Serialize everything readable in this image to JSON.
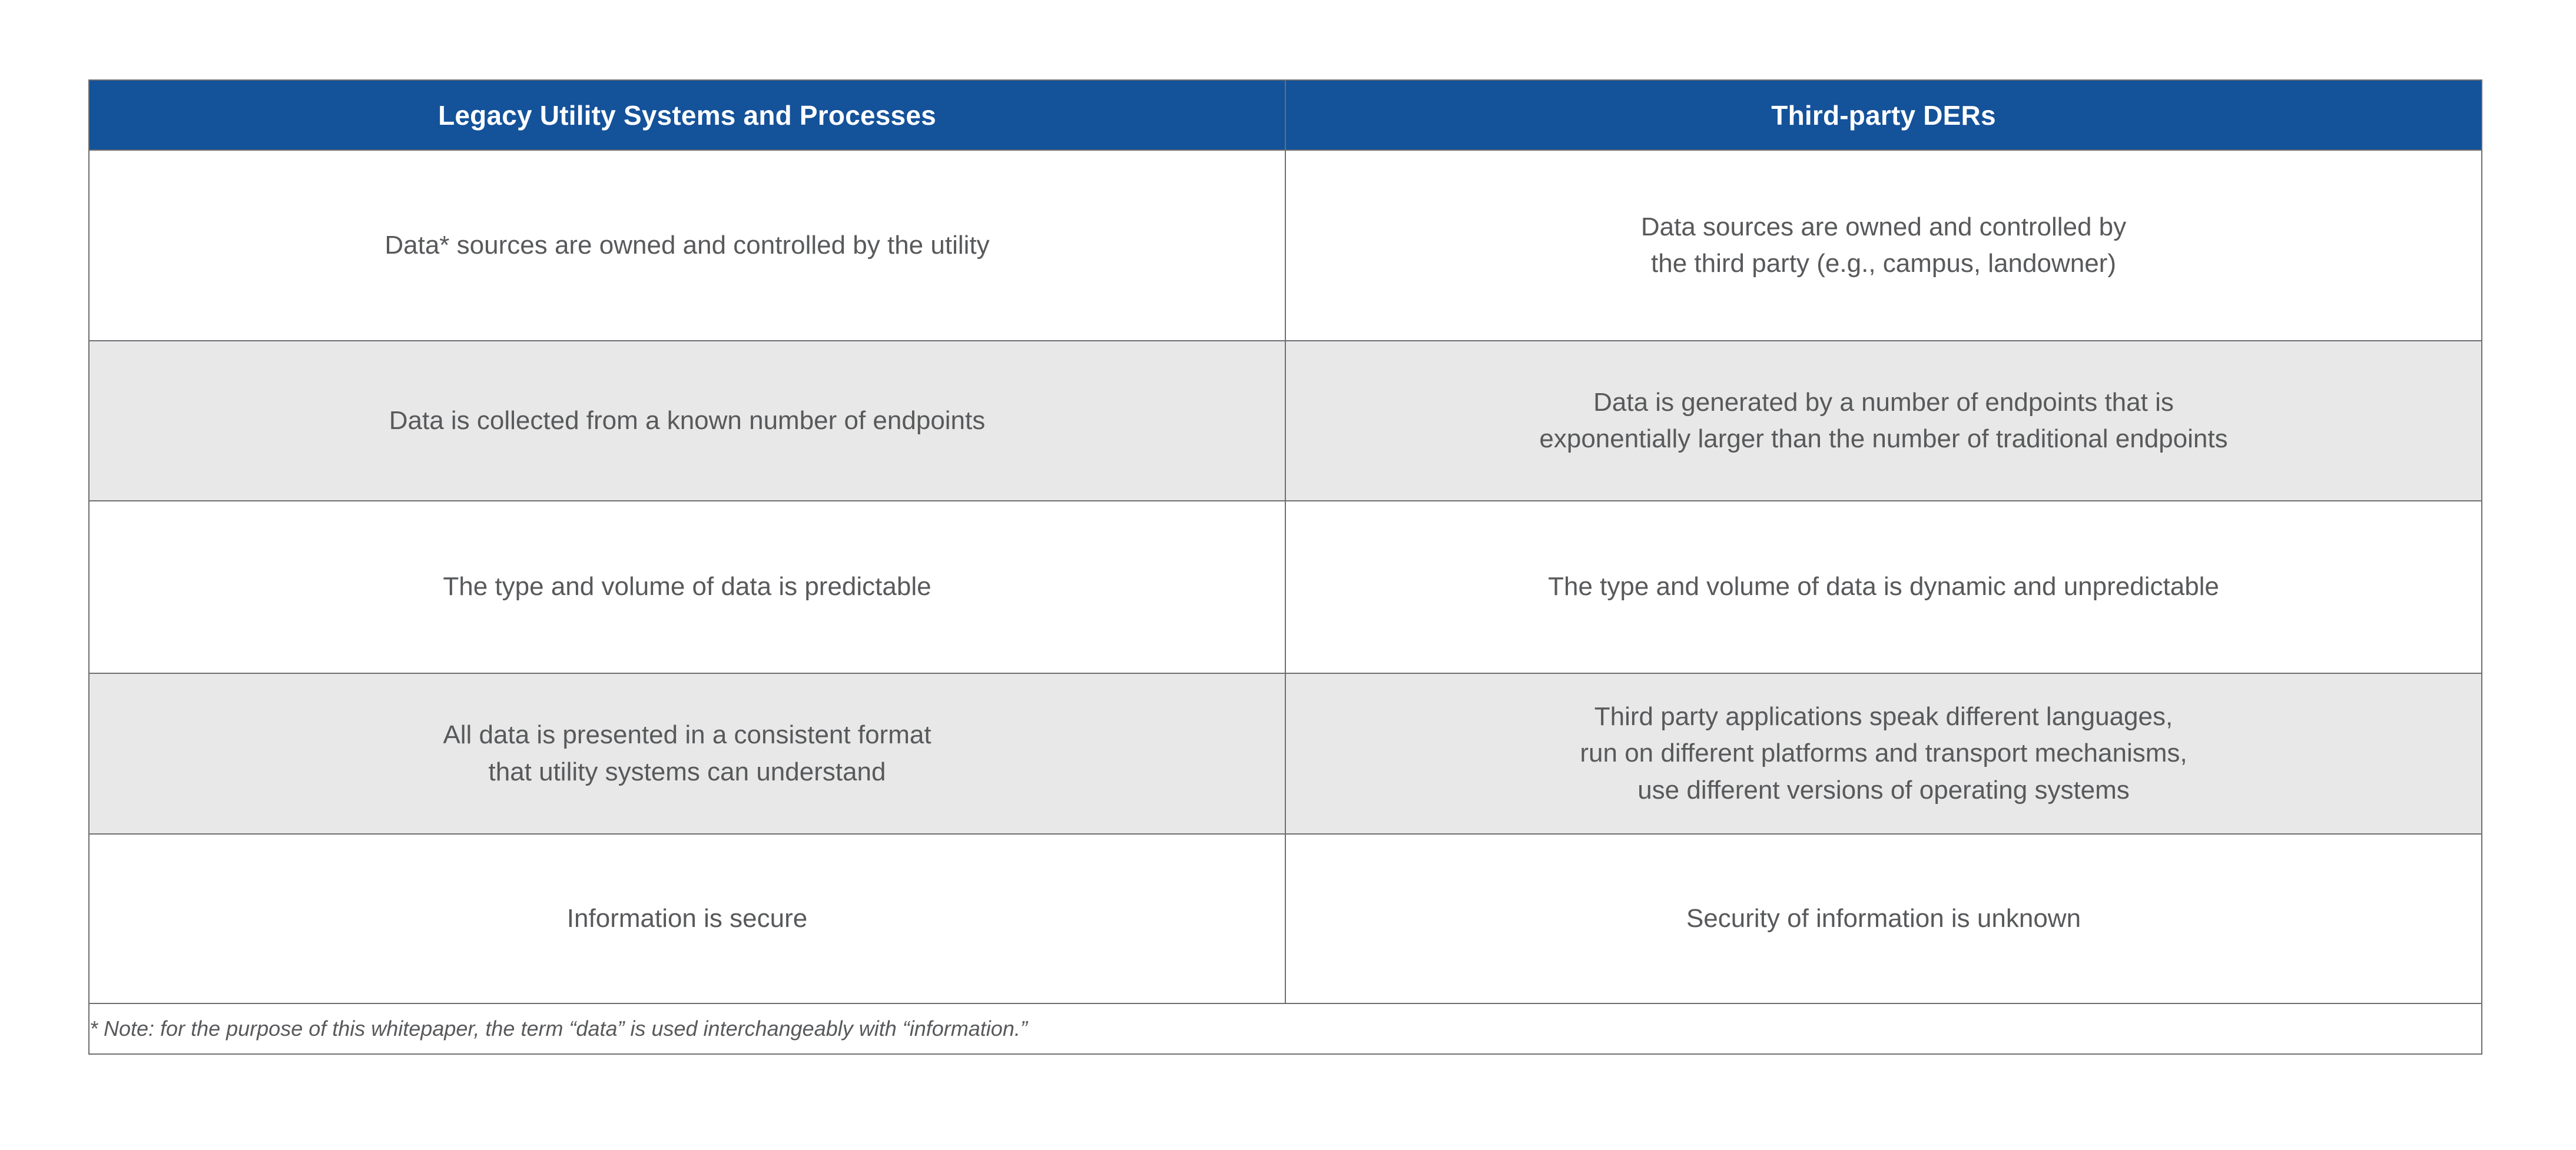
{
  "table": {
    "accent_color": "#14529A",
    "header_text_color": "#FFFFFF",
    "body_text_color": "#58595B",
    "shaded_row_color": "#E8E8E8",
    "border_color": "#6D6E71",
    "background_color": "#FFFFFF",
    "headers": [
      "Legacy Utility Systems and Processes",
      "Third-party DERs"
    ],
    "rows": [
      {
        "shaded": false,
        "left": [
          "Data* sources are owned and controlled by the utility"
        ],
        "right": [
          "Data sources are owned and controlled by",
          "the third party (e.g., campus, landowner)"
        ]
      },
      {
        "shaded": true,
        "left": [
          "Data is collected from a known number of endpoints"
        ],
        "right": [
          "Data is generated by a number of endpoints that is",
          "exponentially larger than the number of traditional endpoints"
        ]
      },
      {
        "shaded": false,
        "left": [
          "The type and volume of data is predictable"
        ],
        "right": [
          "The type and volume of data is dynamic and unpredictable"
        ]
      },
      {
        "shaded": true,
        "left": [
          "All data is presented in a consistent format",
          "that utility systems can understand"
        ],
        "right": [
          "Third party applications speak different languages,",
          "run on different platforms and transport mechanisms,",
          "use different versions of operating systems"
        ]
      },
      {
        "shaded": false,
        "left": [
          "Information is secure"
        ],
        "right": [
          "Security of information is unknown"
        ]
      }
    ],
    "footnote": "* Note: for the purpose of this whitepaper, the term “data” is used interchangeably with “information.”"
  }
}
